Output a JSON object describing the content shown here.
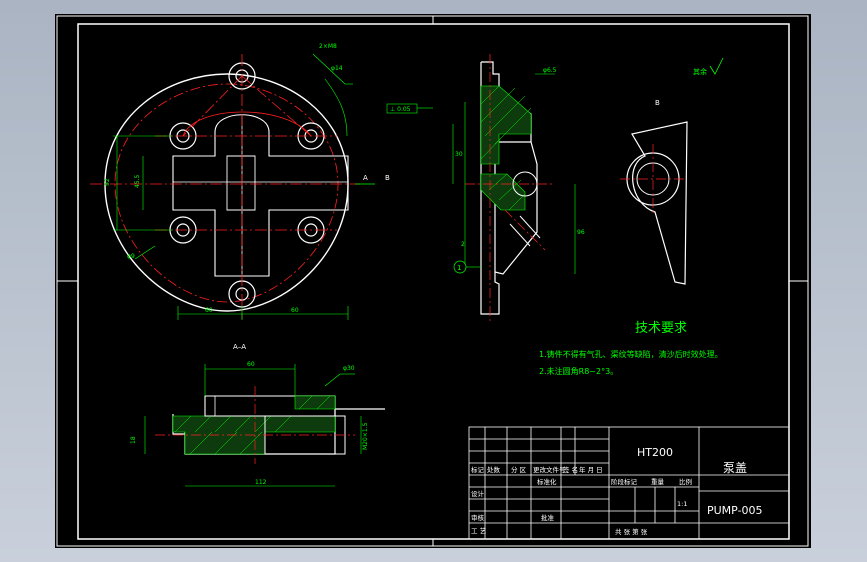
{
  "colors": {
    "border": "#ffffff",
    "part": "#ffffff",
    "center": "#ff2020",
    "dim": "#00ff00",
    "hatch": "#00ff00",
    "tech": "#00ff00",
    "title": "#ffffff"
  },
  "views": {
    "section_label": "A–A",
    "cut_labels": [
      "A",
      "B"
    ],
    "view_b_label": "B",
    "balloon": "1",
    "roughness_general": "其余"
  },
  "tech_req": {
    "heading": "技术要求",
    "items": [
      "1.铸件不得有气孔、渠纹等缺陷，清沙后时效处理。",
      "2.未注圆角R8~2°3。"
    ]
  },
  "title_block": {
    "material": "HT200",
    "part_name": "泵盖",
    "drawing_no": "PUMP-005",
    "scale": "1:1",
    "hdr_labels": [
      "标记",
      "处数",
      "分 区",
      "更改文件号",
      "签 名",
      "年 月 日"
    ],
    "row_labels": [
      "设计",
      "审核",
      "工 艺"
    ],
    "mid_labels": [
      "标准化",
      "批准"
    ],
    "stage_labels": [
      "阶段标记",
      "重量",
      "比例"
    ],
    "bottom_text": "共  张  第  张"
  }
}
